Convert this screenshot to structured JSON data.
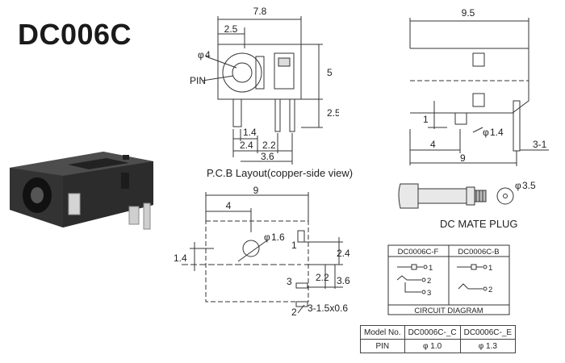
{
  "title": "DC006C",
  "pcb": {
    "caption": "P.C.B Layout(copper-side view)",
    "dim_width": "7.8",
    "dim_2_5_top": "2.5",
    "dim_phi4": "4",
    "pin_label": "PIN",
    "dim_5": "5",
    "dim_2_5_side": "2.5",
    "dim_1_4": "1.4",
    "dim_2_4": "2.4",
    "dim_2_2": "2.2",
    "dim_3_6": "3.6"
  },
  "side_view": {
    "dim_9_5": "9.5",
    "dim_1": "1",
    "dim_phi1_4": "1.4",
    "dim_4": "4",
    "dim_9": "9",
    "dim_3_1": "3-1"
  },
  "plug": {
    "caption": "DC MATE PLUG",
    "dim_phi3_5": "3.5"
  },
  "layout": {
    "dim_9": "9",
    "dim_4": "4",
    "dim_phi1_6": "1.6",
    "dim_1_4": "1.4",
    "dim_2_4": "2.4",
    "dim_2_2": "2.2",
    "dim_3_6": "3.6",
    "pin1": "1",
    "pin2": "2",
    "pin3": "3",
    "slot_dim": "3-1.5x0.6"
  },
  "circuit": {
    "col_f": "DC0006C-F",
    "col_b": "DC0006C-B",
    "caption": "CIRCUIT DIAGRAM",
    "f_pins": [
      "1",
      "2",
      "3"
    ],
    "b_pins": [
      "1",
      "2"
    ]
  },
  "spec_table": {
    "header": [
      "Model No.",
      "DC0006C-_C",
      "DC0006C-_E"
    ],
    "row_label": "PIN",
    "values": [
      "1.0",
      "1.3"
    ]
  },
  "symbols": {
    "phi": "φ"
  },
  "colors": {
    "line": "#333333",
    "body_dark": "#3a3a3a",
    "metal": "#cfcfcf"
  }
}
